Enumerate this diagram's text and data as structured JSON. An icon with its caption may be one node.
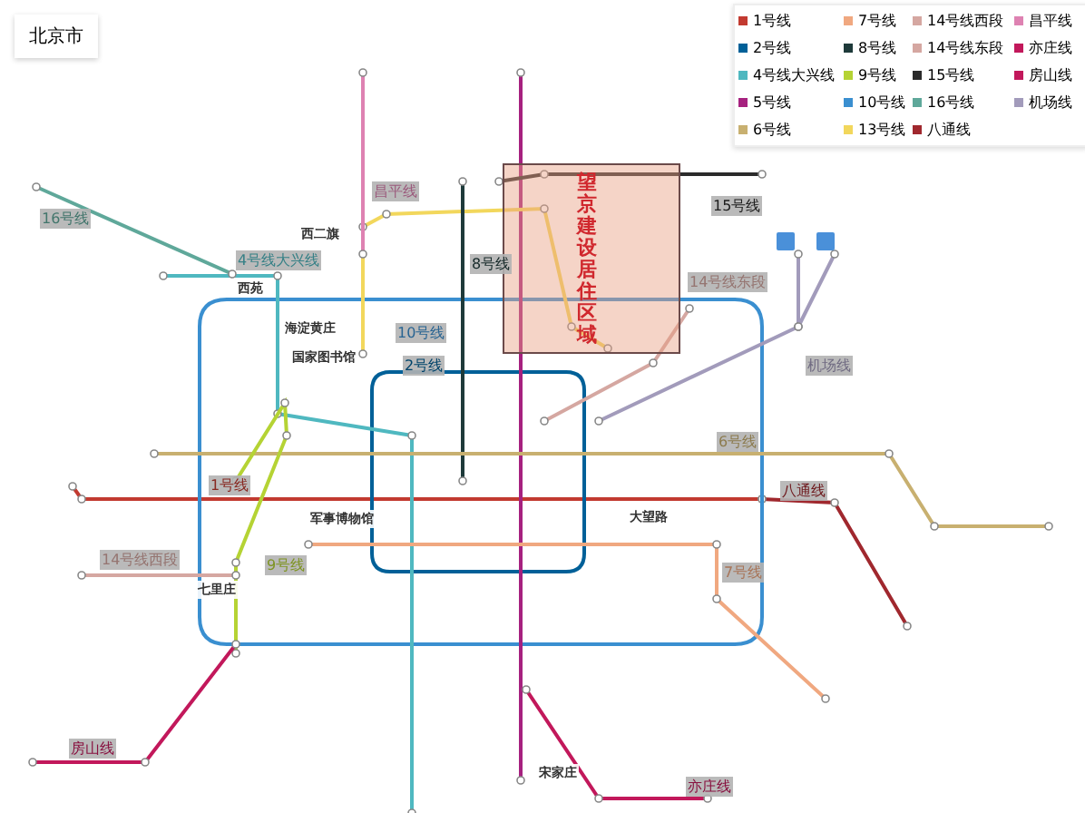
{
  "diagram": {
    "nodes": [
      {
        "text": [
          "望京建设居住区域"
        ]
      }
    ],
    "edges": [],
    "labels": [
      "北京市",
      "16号线",
      "4号线大兴线",
      "昌平线",
      "10号线",
      "8号线",
      "15号线",
      "14号线东段",
      "机场线",
      "1号线",
      "2号线",
      "14号线西段",
      "9号线",
      "6号线",
      "八通线",
      "7号线",
      "房山线",
      "亦庄线",
      "西二旗",
      "西苑",
      "海淀黄庄",
      "国家图书馆",
      "军事博物馆",
      "七里庄",
      "大望路",
      "宋家庄"
    ],
    "legend": [
      {
        "text": "1号线",
        "color": "#c23a30"
      },
      {
        "text": "7号线",
        "color": "#f0a880"
      },
      {
        "text": "14号线西段",
        "color": "#d5a7a1"
      },
      {
        "text": "昌平线",
        "color": "#de82b2"
      },
      {
        "text": "2号线",
        "color": "#006098"
      },
      {
        "text": "8号线",
        "color": "#1e3a3a"
      },
      {
        "text": "14号线东段",
        "color": "#d5a7a1"
      },
      {
        "text": "亦庄线",
        "color": "#c2185b"
      },
      {
        "text": "4号线大兴线",
        "color": "#4fb8c0"
      },
      {
        "text": "9号线",
        "color": "#b5d334"
      },
      {
        "text": "15号线",
        "color": "#2b2b2b"
      },
      {
        "text": "房山线",
        "color": "#c2185b"
      },
      {
        "text": "5号线",
        "color": "#a6217f"
      },
      {
        "text": "10号线",
        "color": "#3a8fd0"
      },
      {
        "text": "16号线",
        "color": "#5fa89a"
      },
      {
        "text": "机场线",
        "color": "#a29bbb"
      },
      {
        "text": "6号线",
        "color": "#c8b070"
      },
      {
        "text": "13号线",
        "color": "#f2d75c"
      },
      {
        "text": "八通线",
        "color": "#a0282e"
      }
    ]
  }
}
